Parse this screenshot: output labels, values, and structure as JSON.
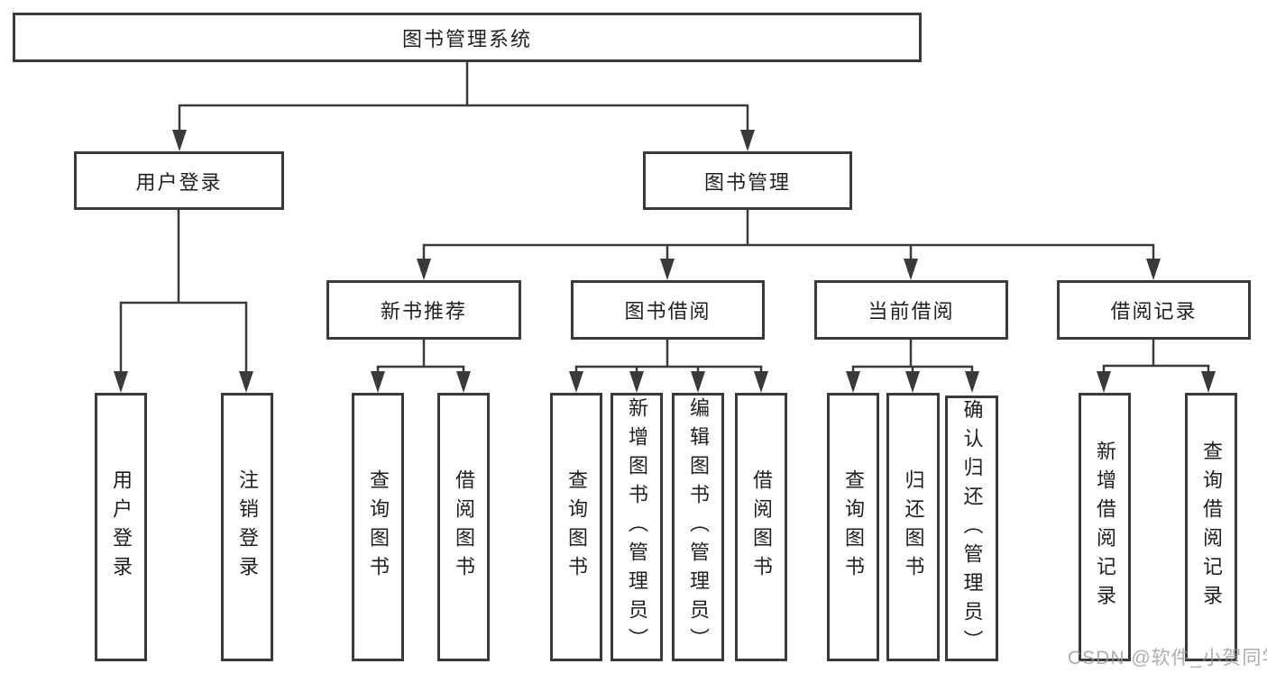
{
  "tree": {
    "root": {
      "label": "图书管理系统"
    },
    "user_login": {
      "label": "用户登录",
      "children": [
        "用户登录",
        "注销登录"
      ]
    },
    "book_management": {
      "label": "图书管理",
      "sections": {
        "new_book_rec": {
          "label": "新书推荐",
          "children": [
            "查询图书",
            "借阅图书"
          ]
        },
        "book_borrow": {
          "label": "图书借阅",
          "children": [
            "查询图书",
            "新增图书（管理员）",
            "编辑图书（管理员）",
            "借阅图书"
          ]
        },
        "current_borrow": {
          "label": "当前借阅",
          "children": [
            "查询图书",
            "归还图书",
            "确认归还（管理员）"
          ]
        },
        "borrow_records": {
          "label": "借阅记录",
          "children": [
            "新增借阅记录",
            "查询借阅记录"
          ]
        }
      }
    }
  },
  "watermark": "CSDN @软件_小贺同学",
  "colors": {
    "line": "#3a3a3a",
    "text": "#1f1f1f",
    "background": "#ffffff",
    "watermark": "#969696"
  }
}
